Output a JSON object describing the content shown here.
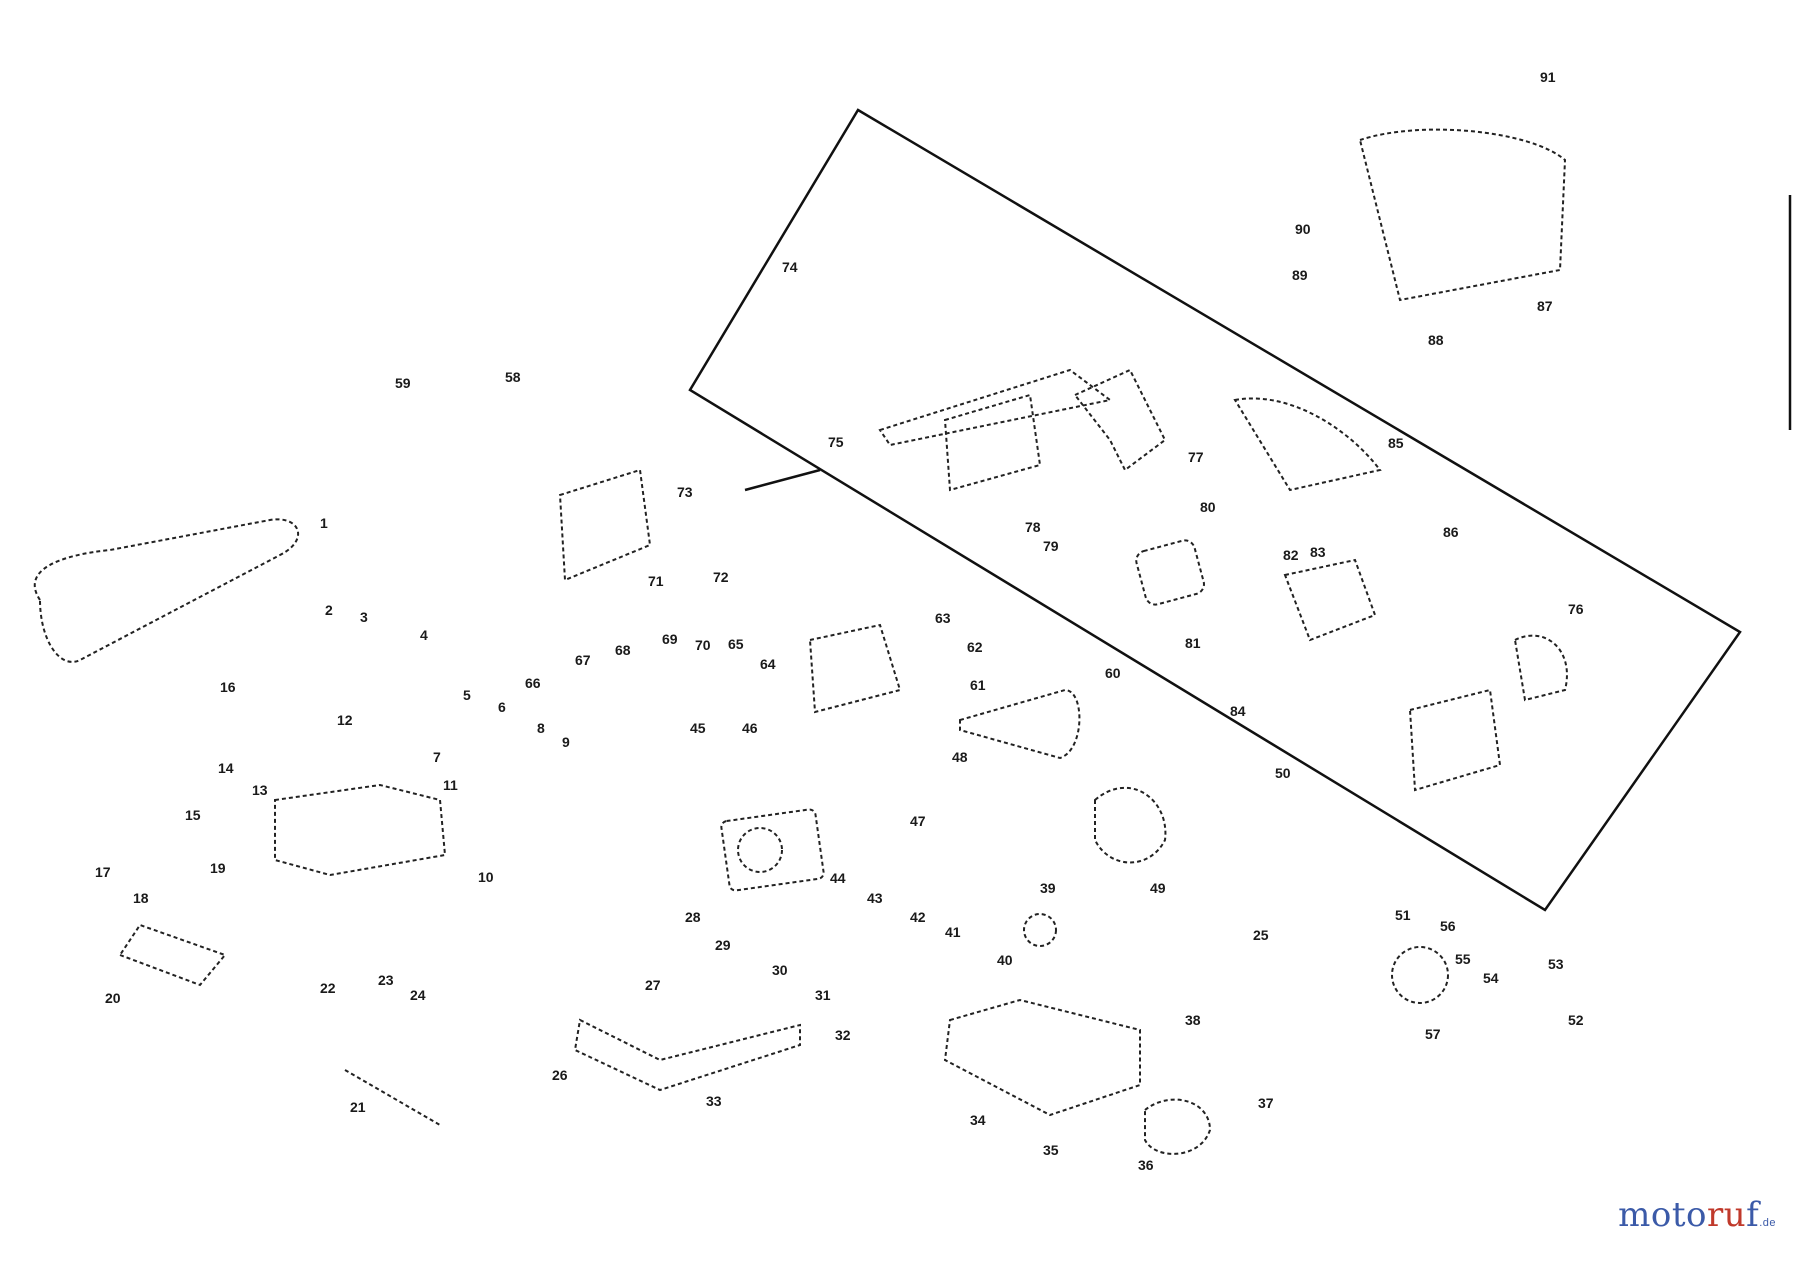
{
  "brand": {
    "part1": "moto",
    "part2": "ru",
    "part3": "f",
    "tld": ".de",
    "color_main": "#3b5aa8",
    "color_accent": "#c0392b"
  },
  "labels": [
    "1",
    "2",
    "3",
    "4",
    "5",
    "6",
    "7",
    "8",
    "9",
    "10",
    "11",
    "12",
    "13",
    "14",
    "15",
    "16",
    "17",
    "18",
    "19",
    "20",
    "21",
    "22",
    "23",
    "24",
    "25",
    "26",
    "27",
    "28",
    "29",
    "30",
    "31",
    "32",
    "33",
    "34",
    "35",
    "36",
    "37",
    "38",
    "39",
    "40",
    "41",
    "42",
    "43",
    "44",
    "45",
    "46",
    "47",
    "48",
    "49",
    "50",
    "51",
    "52",
    "53",
    "54",
    "55",
    "56",
    "57",
    "58",
    "59",
    "60",
    "61",
    "62",
    "63",
    "64",
    "65",
    "66",
    "67",
    "68",
    "69",
    "70",
    "71",
    "72",
    "73",
    "74",
    "75",
    "76",
    "77",
    "78",
    "79",
    "80",
    "81",
    "82",
    "83",
    "84",
    "85",
    "86",
    "87",
    "88",
    "89",
    "90",
    "91"
  ]
}
